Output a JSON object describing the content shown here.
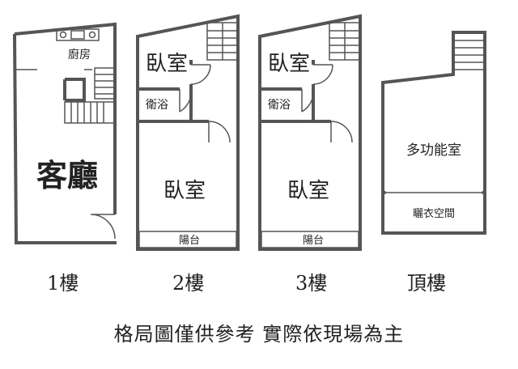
{
  "floors": [
    {
      "label": "1樓",
      "rooms": {
        "kitchen": "廚房",
        "living": "客廳"
      }
    },
    {
      "label": "2樓",
      "rooms": {
        "bedroom_top": "臥室",
        "bath": "衛浴",
        "bedroom_main": "臥室",
        "balcony": "陽台"
      }
    },
    {
      "label": "3樓",
      "rooms": {
        "bedroom_top": "臥室",
        "bath": "衛浴",
        "bedroom_main": "臥室",
        "balcony": "陽台"
      }
    },
    {
      "label": "頂樓",
      "rooms": {
        "multi": "多功能室",
        "laundry": "曬衣空間"
      }
    }
  ],
  "caption": "格局圖僅供參考  實際依現場為主"
}
